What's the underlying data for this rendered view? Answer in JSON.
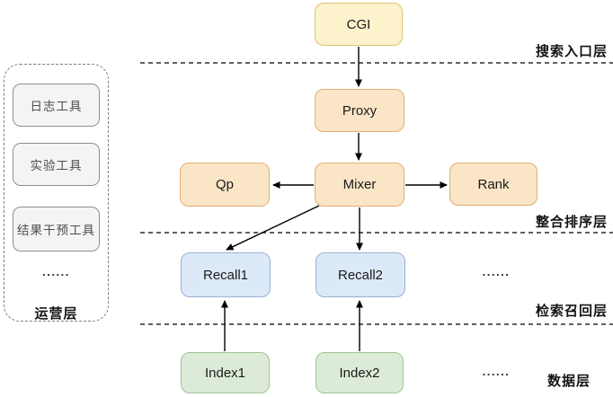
{
  "layers": [
    {
      "label": "搜索入口层"
    },
    {
      "label": "整合排序层"
    },
    {
      "label": "检索召回层"
    },
    {
      "label": "数据层"
    }
  ],
  "nodes": {
    "cgi": {
      "label": "CGI"
    },
    "proxy": {
      "label": "Proxy"
    },
    "qp": {
      "label": "Qp"
    },
    "mixer": {
      "label": "Mixer"
    },
    "rank": {
      "label": "Rank"
    },
    "recall1": {
      "label": "Recall1"
    },
    "recall2": {
      "label": "Recall2"
    },
    "index1": {
      "label": "Index1"
    },
    "index2": {
      "label": "Index2"
    }
  },
  "sidebar": {
    "label": "运营层",
    "items": [
      {
        "label": "日志工具"
      },
      {
        "label": "实验工具"
      },
      {
        "label": "结果干预工具"
      }
    ],
    "ellipsis": "......"
  },
  "ellipses": {
    "recall_row": "......",
    "index_row": "......"
  },
  "colors": {
    "yellow_fill": "#FCF2CC",
    "yellow_border": "#E0C26F",
    "orange_fill": "#FBE5C7",
    "orange_border": "#DFAE74",
    "blue_fill": "#DCE9F8",
    "blue_border": "#9BB0D0",
    "green_fill": "#DCEBD7",
    "green_border": "#9FC497",
    "gray_fill": "#F4F4F4",
    "gray_border": "#8F8F8F",
    "line": "#000000"
  }
}
